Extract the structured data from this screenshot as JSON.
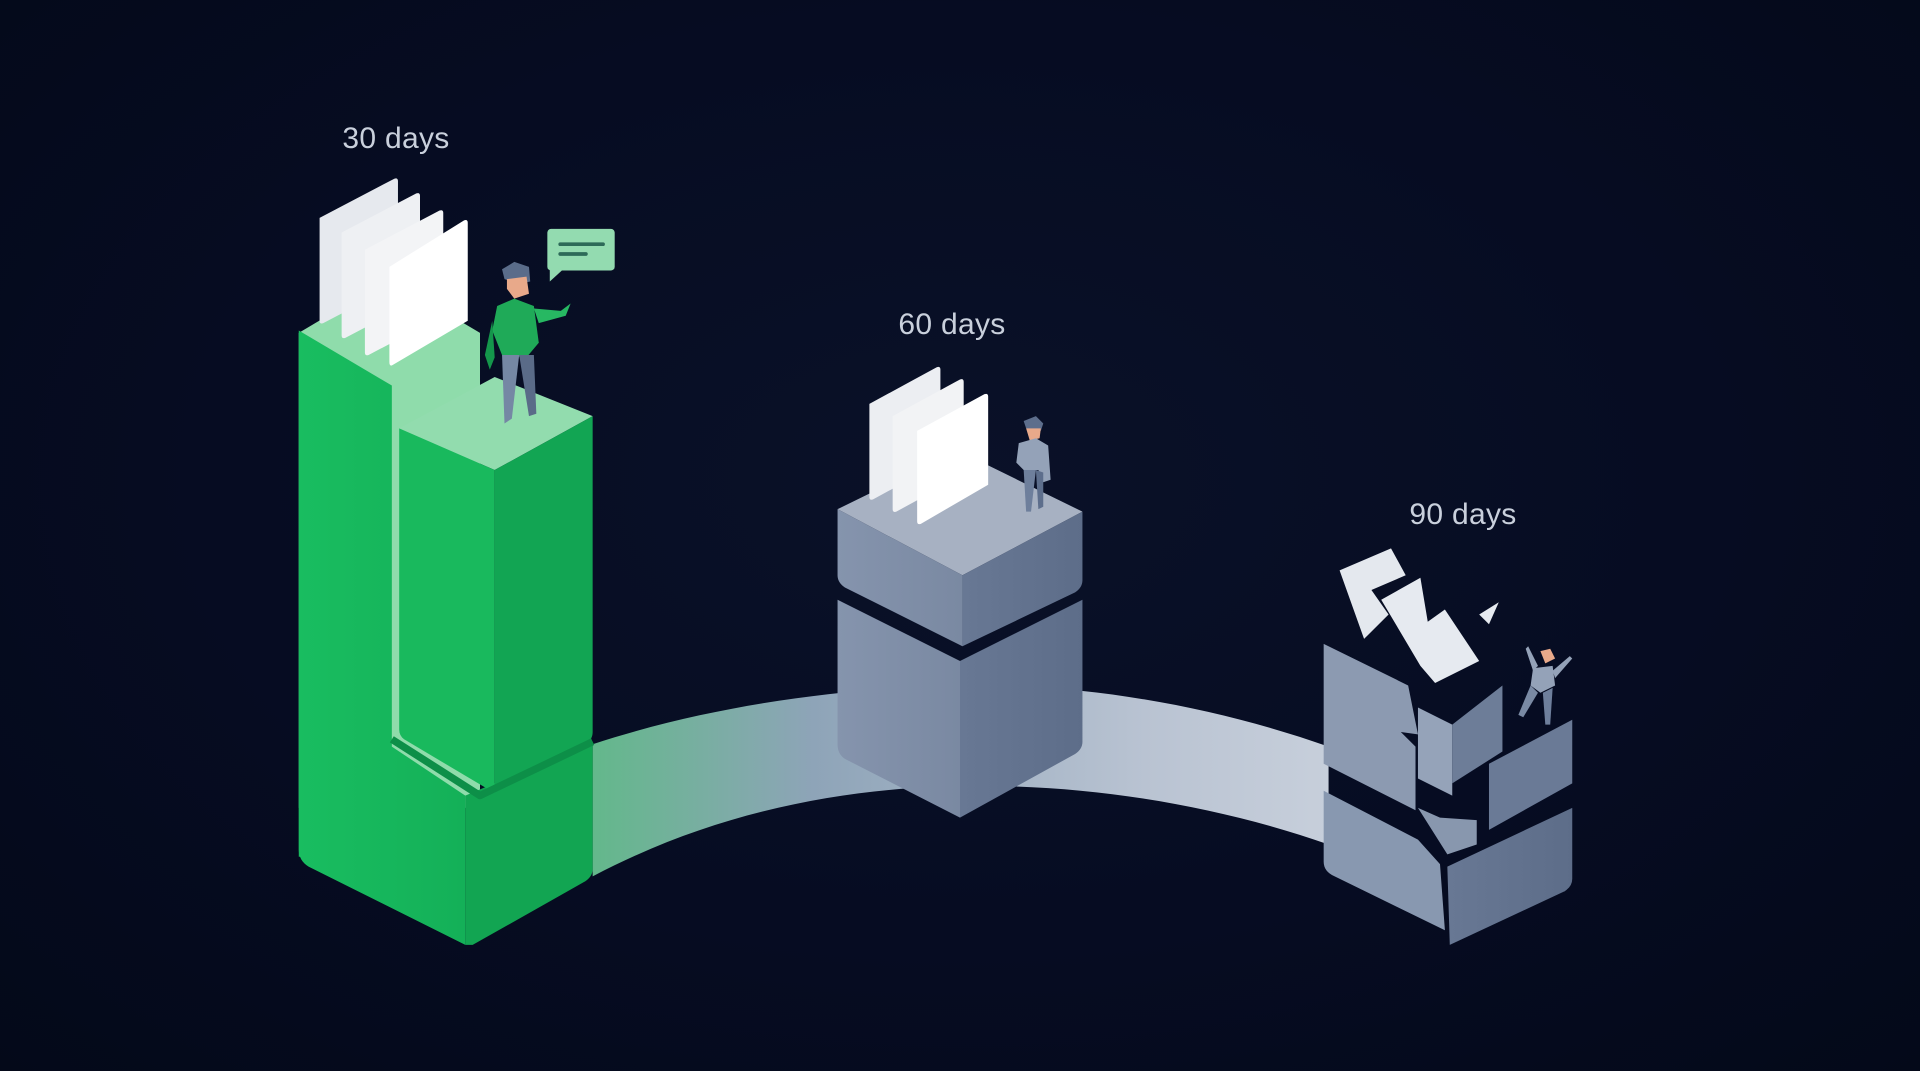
{
  "scene": {
    "background": "#050b1f",
    "arc_gradient": [
      "#5fb58a",
      "#8fa2b8",
      "#c4ccd8"
    ]
  },
  "stages": [
    {
      "label": "30 days",
      "state": "active",
      "color": "#16b95c",
      "figure": "person-talking",
      "documents": 4
    },
    {
      "label": "60 days",
      "state": "stable",
      "color": "#7d8ca6",
      "figure": "person-standing",
      "documents": 3
    },
    {
      "label": "90 days",
      "state": "broken",
      "color": "#7d8ca6",
      "figure": "person-falling",
      "documents": "shattered"
    }
  ],
  "icons": {
    "speech": "speech-bubble-icon"
  }
}
